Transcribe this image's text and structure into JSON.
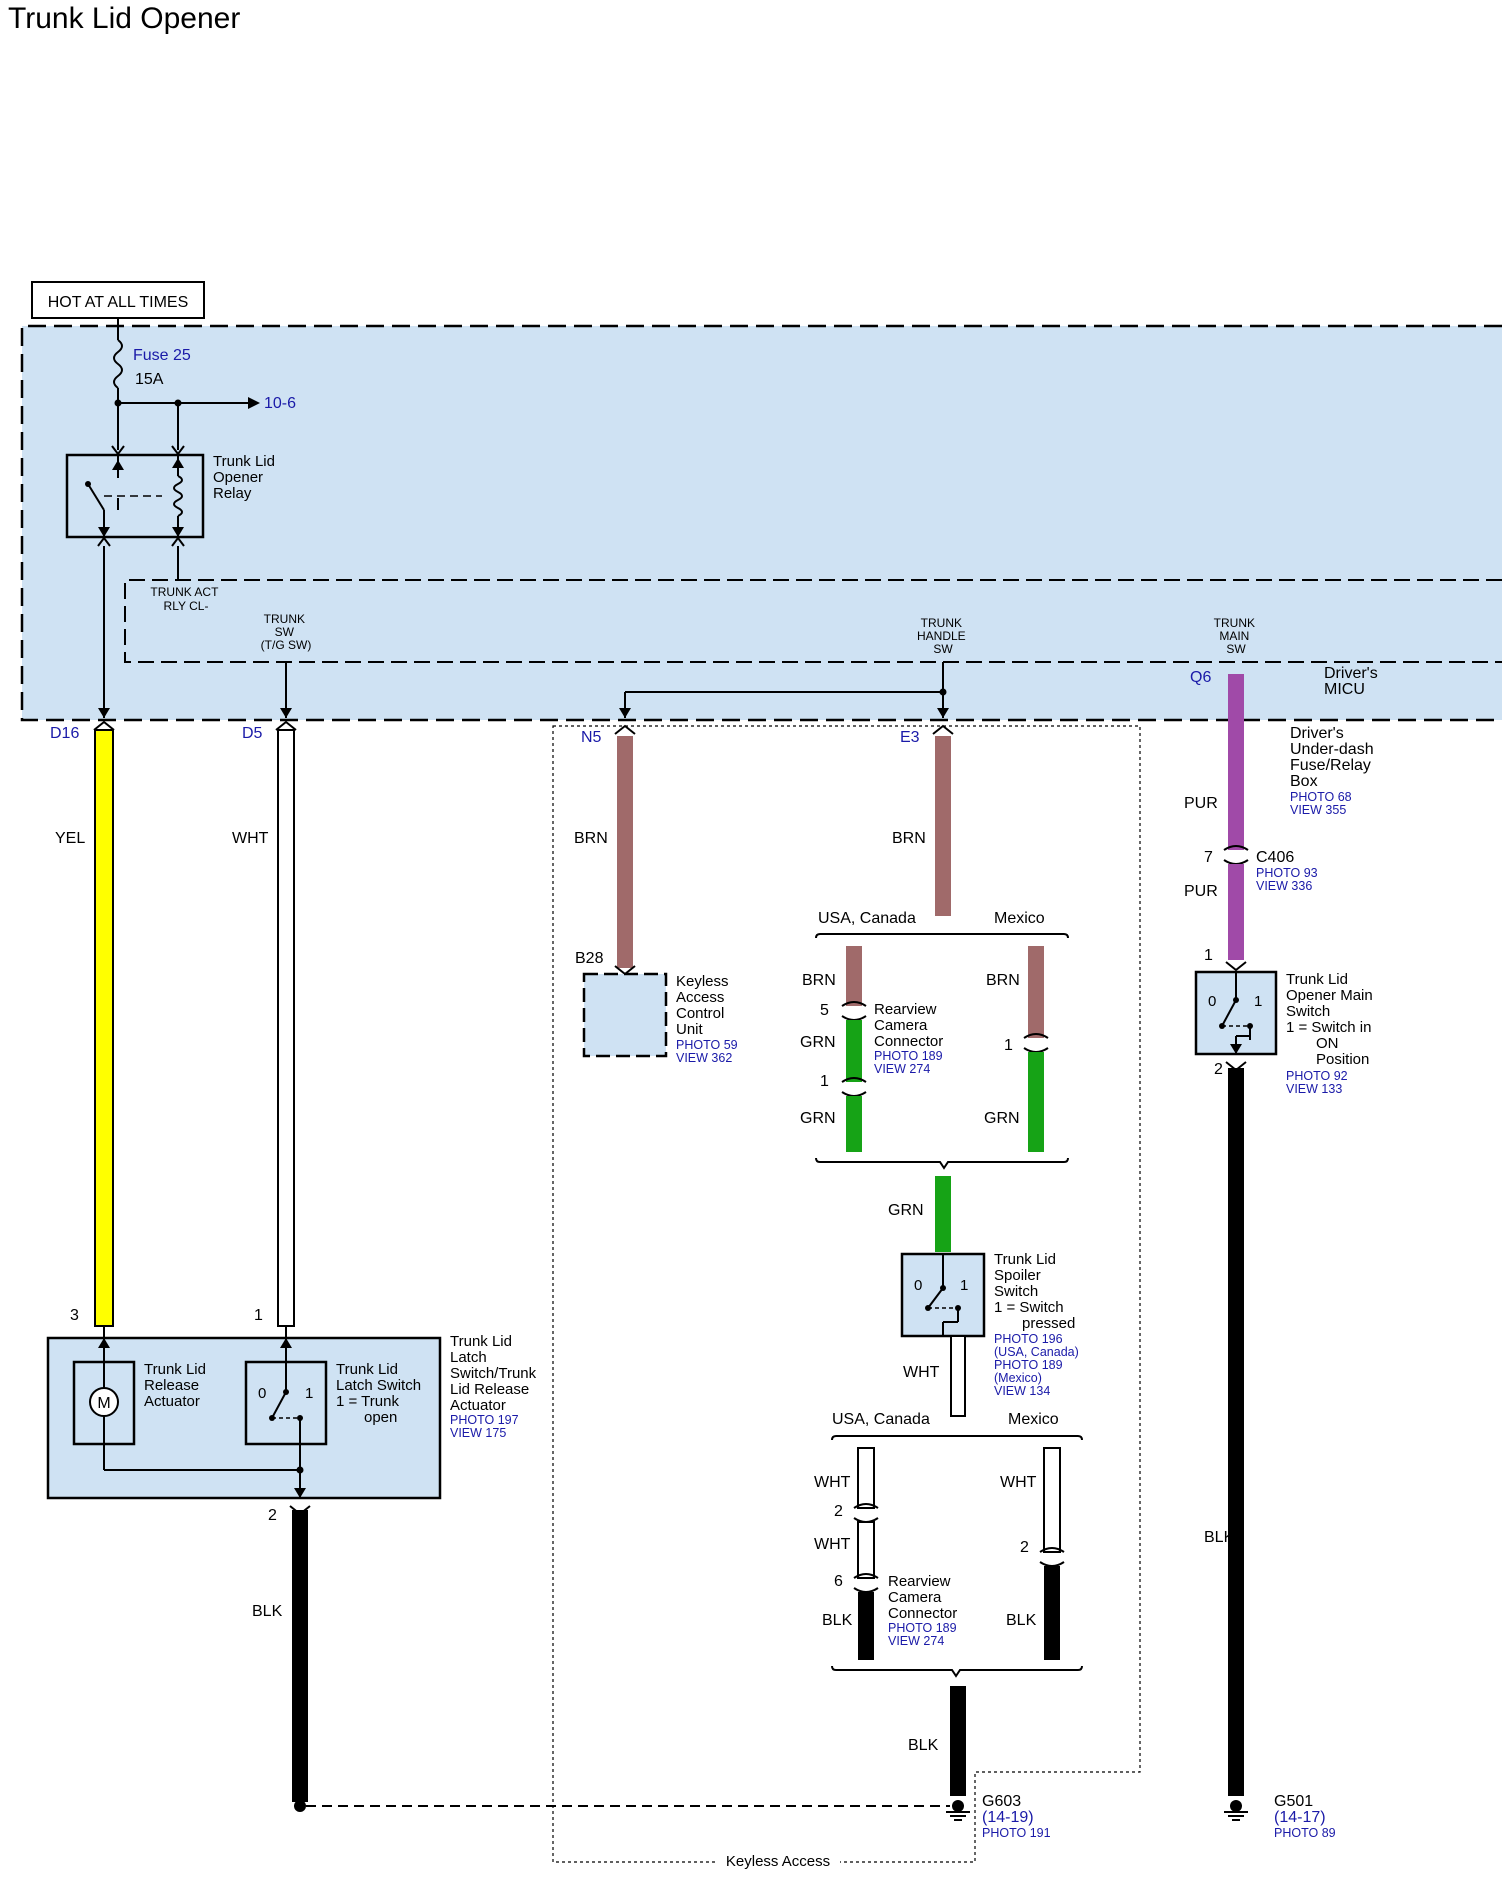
{
  "title": "Trunk Lid Opener",
  "hot_at_all_times": "HOT AT ALL TIMES",
  "fuse": {
    "name": "Fuse 25",
    "rating": "15A",
    "ref": "10-6"
  },
  "relay": [
    "Trunk Lid",
    "Opener",
    "Relay"
  ],
  "micu": {
    "trunk_act": [
      "TRUNK ACT",
      "RLY CL-"
    ],
    "trunk_sw": [
      "TRUNK",
      "SW",
      "(T/G SW)"
    ],
    "trunk_handle_sw": [
      "TRUNK",
      "HANDLE",
      "SW"
    ],
    "trunk_main_sw": [
      "TRUNK",
      "MAIN",
      "SW"
    ],
    "name": [
      "Driver's",
      "MICU"
    ],
    "box": [
      "Driver's",
      "Under-dash",
      "Fuse/Relay",
      "Box"
    ],
    "box_photo": "PHOTO 68",
    "box_view": "VIEW 355"
  },
  "pins": {
    "d16": "D16",
    "d5": "D5",
    "n5": "N5",
    "e3": "E3",
    "q6": "Q6",
    "b28": "B28",
    "p3": "3",
    "p1": "1",
    "p2": "2",
    "c406_pin": "7",
    "main_sw_1": "1",
    "main_sw_2": "2",
    "cam5": "5",
    "cam1a": "1",
    "cam1b": "1",
    "cam2a": "2",
    "cam6": "6",
    "cam2b": "2",
    "sw_0": "0",
    "sw_1": "1"
  },
  "wires": {
    "yel": "YEL",
    "wht": "WHT",
    "brn": "BRN",
    "pur": "PUR",
    "grn": "GRN",
    "blk": "BLK"
  },
  "colors": {
    "module_fill": "#cfe2f3",
    "yellow": "#ffff00",
    "brown": "#a06a6a",
    "purple": "#a04aa8",
    "green": "#16a316",
    "black": "#000000",
    "link": "#1a1aa8"
  },
  "c406": {
    "name": "C406",
    "photo": "PHOTO 93",
    "view": "VIEW 336"
  },
  "keyless_unit": {
    "label": [
      "Keyless",
      "Access",
      "Control",
      "Unit"
    ],
    "photo": "PHOTO 59",
    "view": "VIEW 362"
  },
  "region": {
    "usa_canada": "USA, Canada",
    "mexico": "Mexico"
  },
  "rearview_cam_1": {
    "label": [
      "Rearview",
      "Camera",
      "Connector"
    ],
    "photo": "PHOTO 189",
    "view": "VIEW 274"
  },
  "rearview_cam_2": {
    "label": [
      "Rearview",
      "Camera",
      "Connector"
    ],
    "photo": "PHOTO 189",
    "view": "VIEW 274"
  },
  "main_switch": {
    "label": [
      "Trunk Lid",
      "Opener Main",
      "Switch",
      "1 = Switch in",
      "ON",
      "Position"
    ],
    "photo": "PHOTO 92",
    "view": "VIEW 133"
  },
  "spoiler_switch": {
    "label": [
      "Trunk Lid",
      "Spoiler",
      "Switch",
      "1 = Switch",
      "pressed"
    ],
    "refs": [
      "PHOTO 196",
      "(USA, Canada)",
      "PHOTO 189",
      "(Mexico)",
      "VIEW 134"
    ]
  },
  "latch_assembly": {
    "label": [
      "Trunk Lid",
      "Latch",
      "Switch/Trunk",
      "Lid Release",
      "Actuator"
    ],
    "photo": "PHOTO 197",
    "view": "VIEW 175",
    "actuator": [
      "Trunk Lid",
      "Release",
      "Actuator"
    ],
    "motor": "M",
    "latch_switch": [
      "Trunk Lid",
      "Latch Switch",
      "1 = Trunk",
      "open"
    ]
  },
  "g603": {
    "name": "G603",
    "ref": "(14-19)",
    "photo": "PHOTO 191"
  },
  "g501": {
    "name": "G501",
    "ref": "(14-17)",
    "photo": "PHOTO 89"
  },
  "keyless_access": "Keyless Access"
}
